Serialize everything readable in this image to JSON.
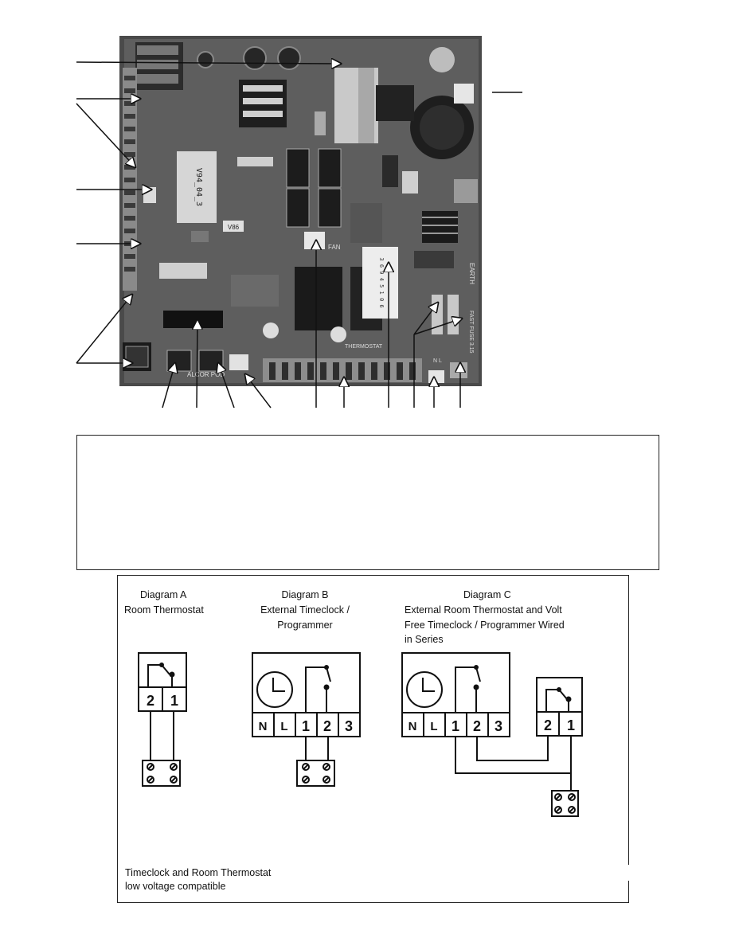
{
  "pcb": {
    "silkscreen": {
      "chip_label": "V94_04_3",
      "component_code": "V86",
      "fan_label": "FAN",
      "earth_label": "EARTH",
      "fuse_label": "FAST FUSE 3.15",
      "thermostat_label": "THERMOSTAT",
      "nl_label": "N L",
      "alcor_pod_label": "ALCOR POD",
      "sticker_text": "3 6 9 4 5 1 0 6"
    }
  },
  "diagrams": {
    "a": {
      "title": "Diagram A",
      "subtitle_lines": [
        "Room Thermostat"
      ],
      "terminals": [
        "2",
        "1"
      ]
    },
    "b": {
      "title": "Diagram B",
      "subtitle_lines": [
        "External Timeclock /",
        "Programmer"
      ],
      "terminals": [
        "N",
        "L",
        "1",
        "2",
        "3"
      ]
    },
    "c": {
      "title": "Diagram C",
      "subtitle_lines": [
        "External Room Thermostat and Volt",
        "Free Timeclock / Programmer Wired",
        "in Series"
      ],
      "timeclock_terminals": [
        "N",
        "L",
        "1",
        "2",
        "3"
      ],
      "thermostat_terminals": [
        "2",
        "1"
      ]
    }
  },
  "footnote": {
    "line1": "Timeclock and Room Thermostat",
    "line2": "low voltage compatible"
  },
  "colors": {
    "ink": "#111111",
    "board_background": "#3a3a3a",
    "board_light": "#9a9a9a"
  }
}
